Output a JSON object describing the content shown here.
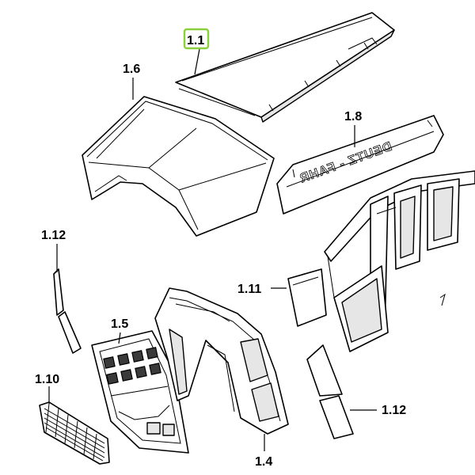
{
  "diagram": {
    "highlight_color": "#8ccf3c",
    "decal_text": "DEUTZ - FAHR",
    "labels": {
      "p1_1": "1.1",
      "p1_6": "1.6",
      "p1_8": "1.8",
      "p1_12_top": "1.12",
      "p1_11": "1.11",
      "p1_5": "1.5",
      "p1_10": "1.10",
      "p1_12_bottom": "1.12",
      "p1_4": "1.4"
    }
  }
}
